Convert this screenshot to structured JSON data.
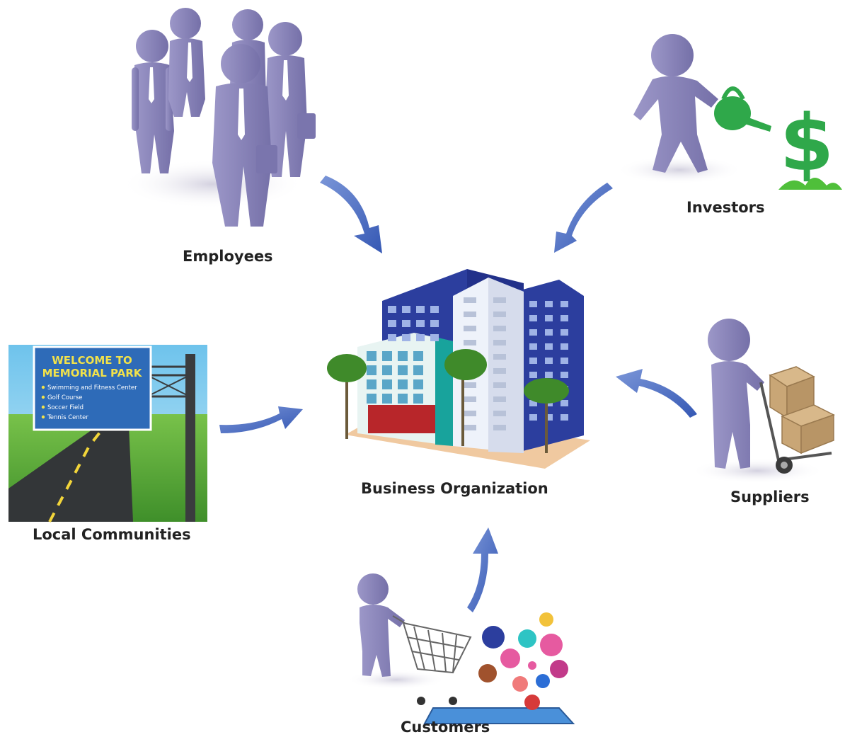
{
  "diagram": {
    "center": {
      "label": "Business Organization",
      "icon": "office-building-icon"
    },
    "stakeholders": [
      {
        "id": "employees",
        "label": "Employees",
        "icon": "employees-group-icon"
      },
      {
        "id": "investors",
        "label": "Investors",
        "icon": "investor-watering-dollar-icon"
      },
      {
        "id": "local_communities",
        "label": "Local Communities",
        "icon": "park-sign-road-icon"
      },
      {
        "id": "suppliers",
        "label": "Suppliers",
        "icon": "supplier-hand-truck-icon"
      },
      {
        "id": "customers",
        "label": "Customers",
        "icon": "customer-cart-icon"
      }
    ],
    "sign": {
      "title_line1": "WELCOME TO",
      "title_line2": "MEMORIAL PARK",
      "items": [
        "Swimming and Fitness Center",
        "Golf Course",
        "Soccer Field",
        "Tennis Center"
      ]
    },
    "dollar_symbol": "$"
  },
  "colors": {
    "figure": "#8a84b8",
    "figure_dark": "#6e68a0",
    "arrow": "#4a6fc4",
    "building_blue": "#2c3e9e",
    "sign_blue": "#2e6bb8",
    "sign_text": "#f2e24a",
    "money_green": "#2fa84a",
    "label": "#222222"
  }
}
